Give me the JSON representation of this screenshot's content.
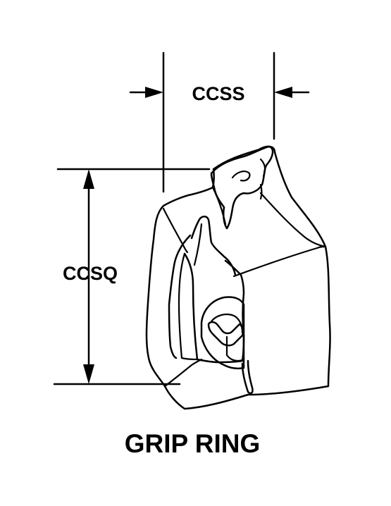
{
  "labels": {
    "width_dimension": "CCSS",
    "height_dimension": "CCSQ",
    "part_name": "GRIP RING"
  },
  "colors": {
    "line": "#000000",
    "background": "#ffffff"
  }
}
